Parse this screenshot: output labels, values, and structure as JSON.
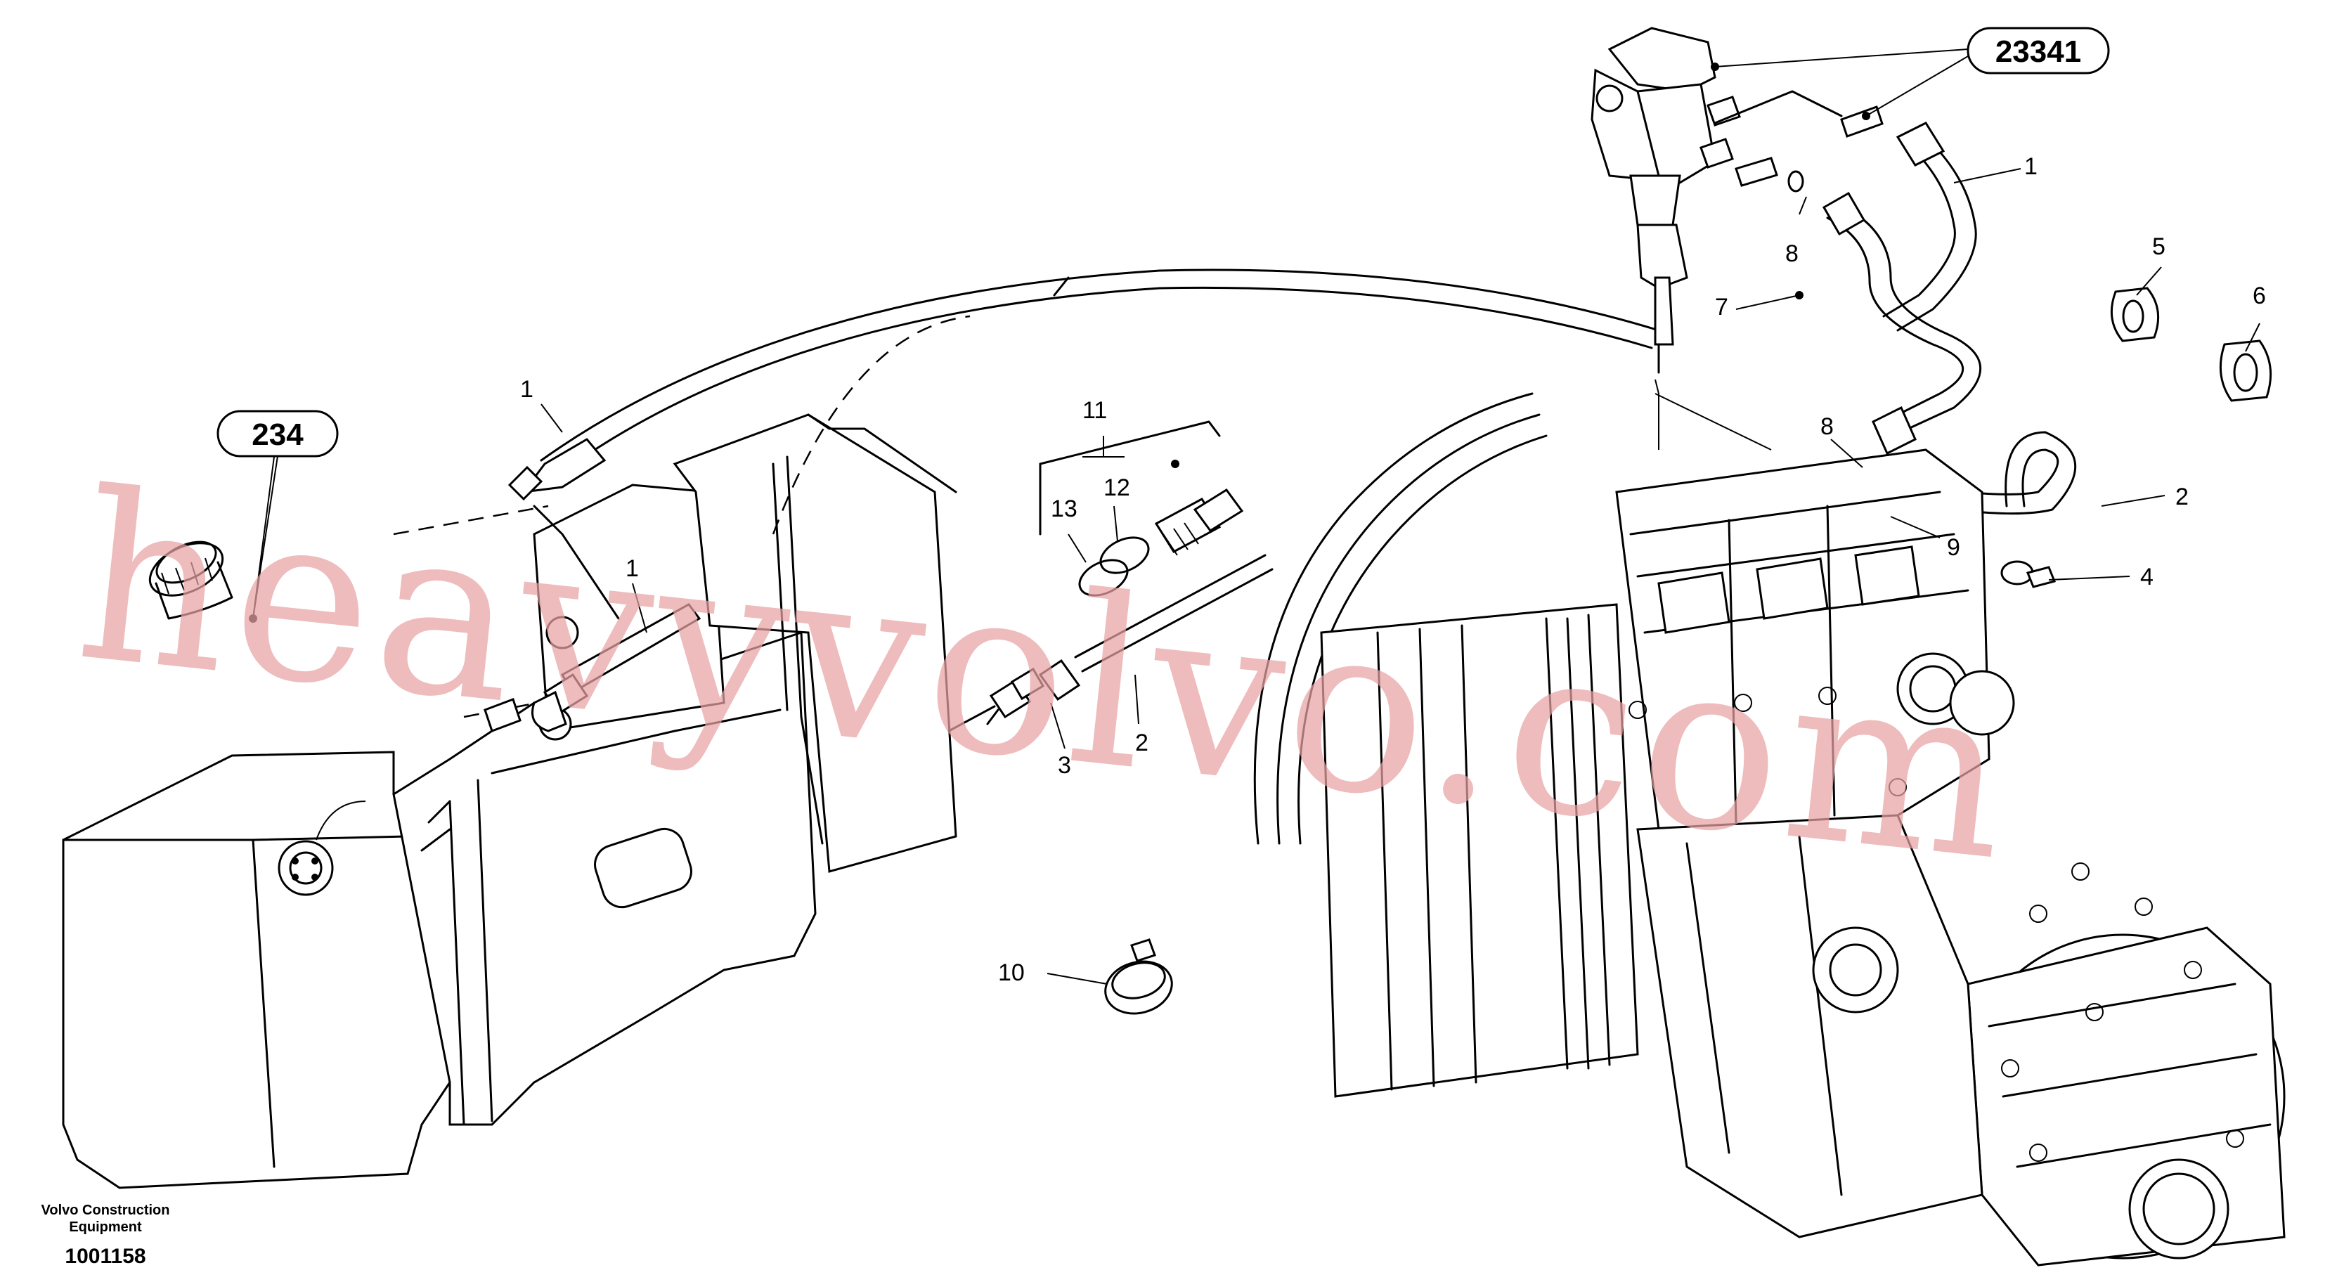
{
  "drawing": {
    "number": "1001158",
    "maker_line1": "Volvo Construction",
    "maker_line2": "Equipment"
  },
  "watermark": "heavyvolvo.com",
  "references": [
    {
      "id": "ref-23341",
      "text": "23341"
    },
    {
      "id": "ref-234",
      "text": "234"
    }
  ],
  "callouts": [
    {
      "id": "callout-1-top-right",
      "text": "1"
    },
    {
      "id": "callout-1-left-hose",
      "text": "1"
    },
    {
      "id": "callout-1-tank-hose",
      "text": "1"
    },
    {
      "id": "callout-2-right",
      "text": "2"
    },
    {
      "id": "callout-2-center",
      "text": "2"
    },
    {
      "id": "callout-3",
      "text": "3"
    },
    {
      "id": "callout-4",
      "text": "4"
    },
    {
      "id": "callout-5",
      "text": "5"
    },
    {
      "id": "callout-6",
      "text": "6"
    },
    {
      "id": "callout-7",
      "text": "7"
    },
    {
      "id": "callout-8-top",
      "text": "8"
    },
    {
      "id": "callout-8-lower",
      "text": "8"
    },
    {
      "id": "callout-9",
      "text": "9"
    },
    {
      "id": "callout-10",
      "text": "10"
    },
    {
      "id": "callout-11",
      "text": "11"
    },
    {
      "id": "callout-12",
      "text": "12"
    },
    {
      "id": "callout-13",
      "text": "13"
    }
  ]
}
